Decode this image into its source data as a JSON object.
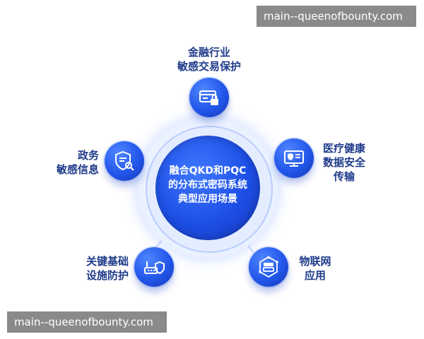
{
  "watermark": {
    "text": "main--queenofbounty.com"
  },
  "center": {
    "lines": [
      "融合QKD和PQC",
      "的分布式密码系统",
      "典型应用场景"
    ]
  },
  "nodes": {
    "finance": {
      "lines": [
        "金融行业",
        "敏感交易保护"
      ],
      "icon": "card-lock-icon"
    },
    "government": {
      "lines": [
        "政务",
        "敏感信息"
      ],
      "icon": "shield-search-icon"
    },
    "healthcare": {
      "lines": [
        "医疗健康",
        "数据安全",
        "传输"
      ],
      "icon": "monitor-shield-icon"
    },
    "infrastructure": {
      "lines": [
        "关键基础",
        "设施防护"
      ],
      "icon": "router-shield-icon"
    },
    "iot": {
      "lines": [
        "物联网",
        "应用"
      ],
      "icon": "network-server-icon"
    }
  },
  "colors": {
    "accent": "#2256ea",
    "label": "#1f3b8a",
    "ring": "#b7cdff"
  }
}
